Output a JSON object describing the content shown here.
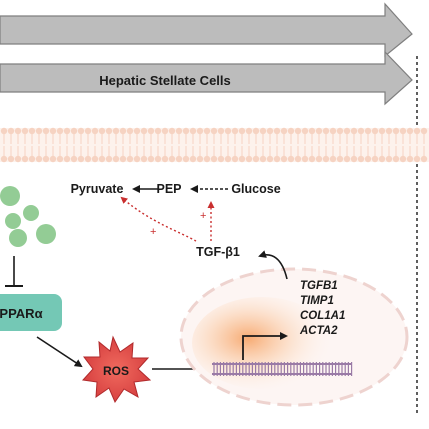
{
  "banner": {
    "cell_type_label": "Hepatic Stellate Cells"
  },
  "metabolism": {
    "pyruvate": "Pyruvate",
    "pep": "PEP",
    "glucose": "Glucose",
    "plus_left": "+",
    "plus_right": "+"
  },
  "signaling": {
    "tgf": "TGF-β1",
    "ppar": "PPARα",
    "ros": "ROS"
  },
  "genes": [
    "TGFB1",
    "TIMP1",
    "COL1A1",
    "ACTA2"
  ],
  "colors": {
    "banner_arrow": "#bcbcbc",
    "membrane": "#f6d3c2",
    "droplet": "#93cc95",
    "ppar_box": "#74c8b5",
    "ros_burst": "#e8494b",
    "nucleus_glow": "#f7b07a",
    "dna": "#9a7ba6",
    "red_dotted_arrow": "#c92f2f"
  }
}
